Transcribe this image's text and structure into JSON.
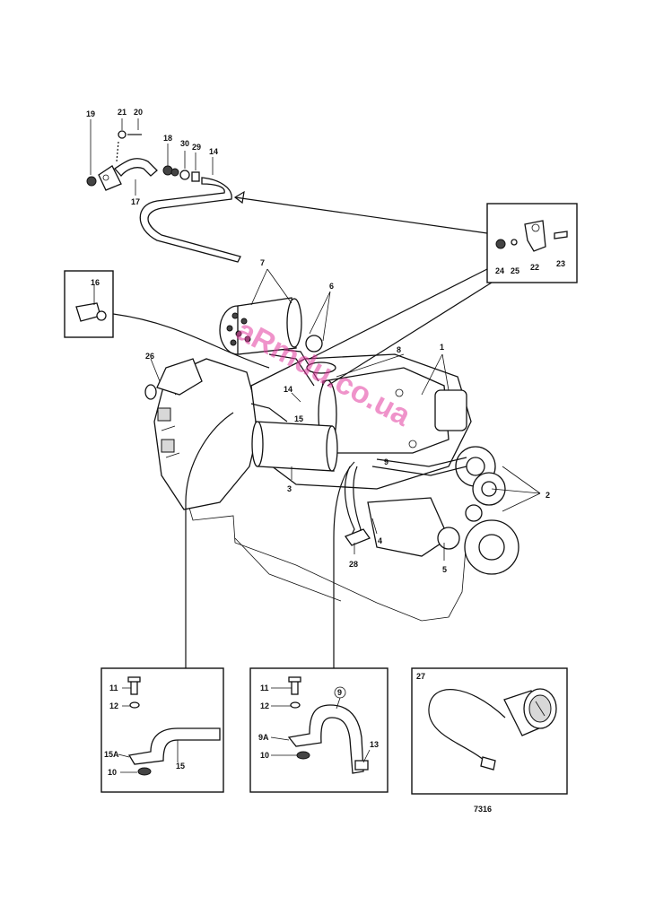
{
  "watermark": "aRmdu.co.ua",
  "drawing_number": "7316",
  "callouts": {
    "c1": "1",
    "c2": "2",
    "c3": "3",
    "c4": "4",
    "c5": "5",
    "c6": "6",
    "c7": "7",
    "c8": "8",
    "c9": "9",
    "c14": "14",
    "c14b": "14",
    "c15": "15",
    "c16": "16",
    "c17": "17",
    "c18": "18",
    "c19": "19",
    "c20": "20",
    "c21": "21",
    "c22": "22",
    "c23": "23",
    "c24": "24",
    "c25": "25",
    "c26": "26",
    "c28": "28",
    "c29": "29",
    "c30": "30"
  },
  "detail_left": {
    "c11": "11",
    "c12": "12",
    "c15A": "15A",
    "c10": "10",
    "c15": "15"
  },
  "detail_middle": {
    "c11": "11",
    "c12": "12",
    "c9A": "9A",
    "c10": "10",
    "c9": "9",
    "c13": "13"
  },
  "detail_right": {
    "c27": "27"
  }
}
